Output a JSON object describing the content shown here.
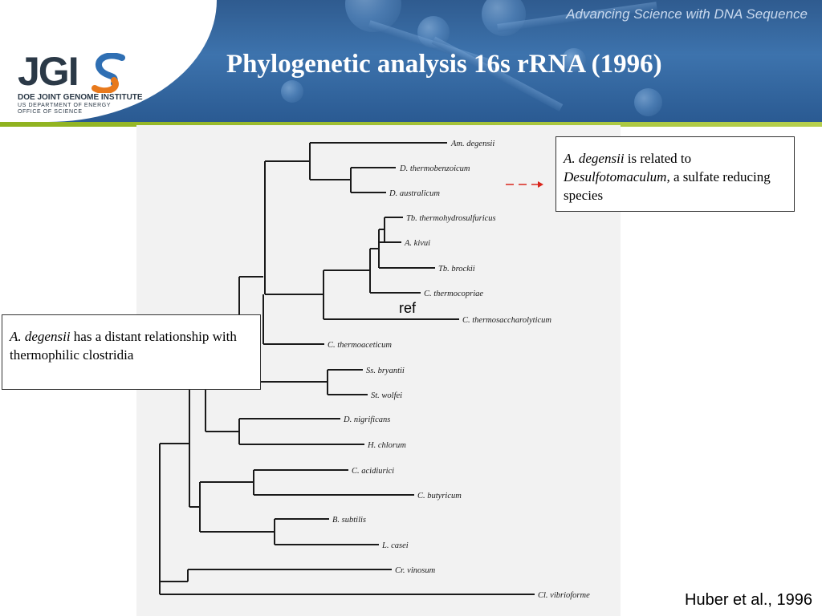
{
  "header": {
    "tagline": "Advancing Science with DNA Sequence",
    "title": "Phylogenetic analysis  16s rRNA (1996)"
  },
  "logo": {
    "wordmark": "JGI",
    "line1": "DOE JOINT GENOME INSTITUTE",
    "line2": "US DEPARTMENT OF ENERGY",
    "line3": "OFFICE OF SCIENCE",
    "colors": {
      "text": "#2b3947",
      "swirl_blue": "#2f6fb3",
      "swirl_orange": "#e8791c"
    }
  },
  "tree": {
    "leaves": [
      "Am. degensii",
      "D. thermobenzoicum",
      "D. australicum",
      "Tb. thermohydrosulfuricus",
      "A. kivui",
      "Tb. brockii",
      "C. thermocopriae",
      "C. thermosaccharolyticum",
      "C. thermoaceticum",
      "Ss. bryantii",
      "St. wolfei",
      "D. nigrificans",
      "H. chlorum",
      "C. acidiurici",
      "C. butyricum",
      "B. subtilis",
      "L. casei",
      "Cr. vinosum",
      "Cl. vibrioforme"
    ]
  },
  "notes": {
    "right": {
      "species": "A. degensii",
      "text1": " is related to",
      "genus": "Desulfotomaculum",
      "text2": ", a sulfate reducing species"
    },
    "left": {
      "species": "A. degensii",
      "text": " has a distant relationship with thermophilic clostridia"
    }
  },
  "ref_label": "ref",
  "citation": "Huber et al., 1996",
  "colors": {
    "banner": "#2f5b8f",
    "stripe": "#8fb21f",
    "arrow": "#d9261c"
  }
}
